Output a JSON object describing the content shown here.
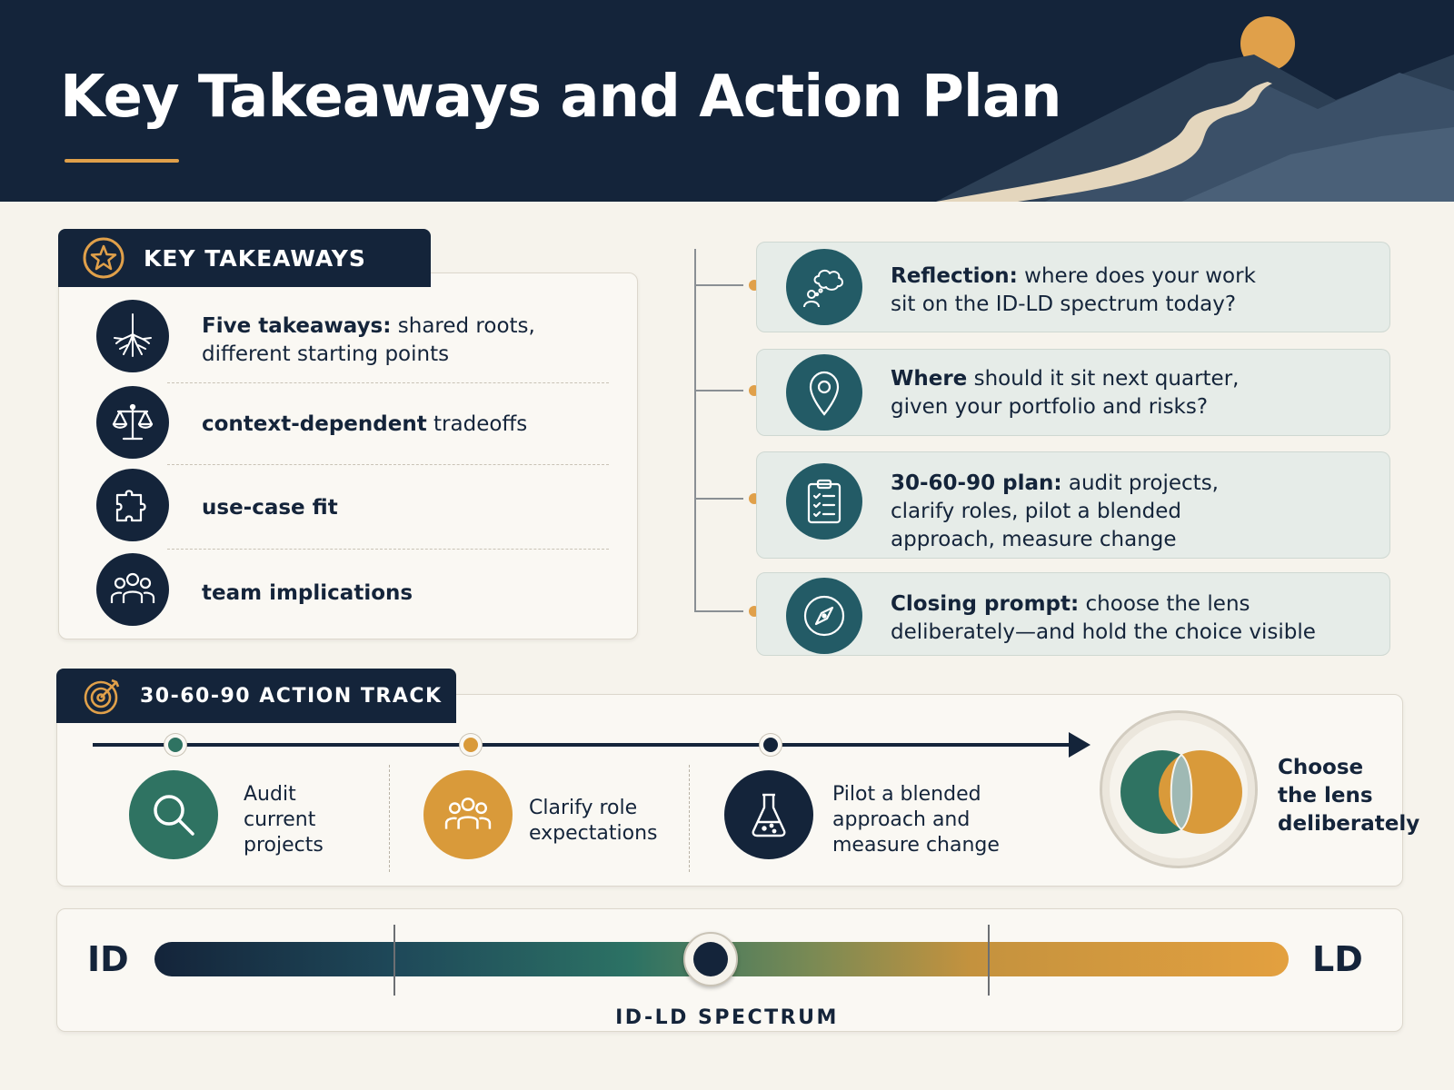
{
  "header": {
    "title": "Key Takeaways and Action Plan"
  },
  "colors": {
    "navy": "#14243a",
    "teal": "#235b66",
    "green": "#2f7362",
    "orange": "#e0a04a",
    "cream": "#f6f3ec"
  },
  "takeaways": {
    "section_title": "KEY TAKEAWAYS",
    "section_icon": "star-icon",
    "items": [
      {
        "icon": "roots-icon",
        "bold": "Five takeaways:",
        "rest": " shared roots,",
        "line2": "different starting points"
      },
      {
        "icon": "scales-icon",
        "bold": "context-dependent",
        "rest": " tradeoffs",
        "line2": ""
      },
      {
        "icon": "puzzle-icon",
        "bold": "use-case fit",
        "rest": "",
        "line2": ""
      },
      {
        "icon": "team-icon",
        "bold": "team implications",
        "rest": "",
        "line2": ""
      }
    ]
  },
  "prompts": [
    {
      "icon": "thought-bubble-icon",
      "bold": "Reflection:",
      "rest": " where does your work",
      "line2": "sit on the ID-LD spectrum today?",
      "line3": ""
    },
    {
      "icon": "location-pin-icon",
      "bold": "Where",
      "rest": " should it sit next quarter,",
      "line2": "given your portfolio and risks?",
      "line3": ""
    },
    {
      "icon": "clipboard-checklist-icon",
      "bold": "30-60-90 plan:",
      "rest": " audit projects,",
      "line2": "clarify roles, pilot a blended",
      "line3": "approach, measure change"
    },
    {
      "icon": "compass-icon",
      "bold": "Closing prompt:",
      "rest": " choose the lens",
      "line2": "deliberately—and hold the choice visible",
      "line3": ""
    }
  ],
  "action_track": {
    "section_title": "30-60-90 ACTION TRACK",
    "section_icon": "target-icon",
    "steps": [
      {
        "icon": "magnifier-icon",
        "color": "#2f7362",
        "lines": [
          "Audit",
          "current",
          "projects"
        ]
      },
      {
        "icon": "team-icon",
        "color": "#d99a3a",
        "lines": [
          "Clarify role",
          "expectations"
        ]
      },
      {
        "icon": "flask-icon",
        "color": "#14243a",
        "lines": [
          "Pilot a blended",
          "approach and",
          "measure change"
        ]
      }
    ],
    "final": {
      "icon": "overlapping-lenses-icon",
      "lines": [
        "Choose",
        "the lens",
        "deliberately"
      ]
    }
  },
  "spectrum": {
    "left_label": "ID",
    "right_label": "LD",
    "caption": "ID-LD SPECTRUM",
    "marker_position_pct": 49
  }
}
